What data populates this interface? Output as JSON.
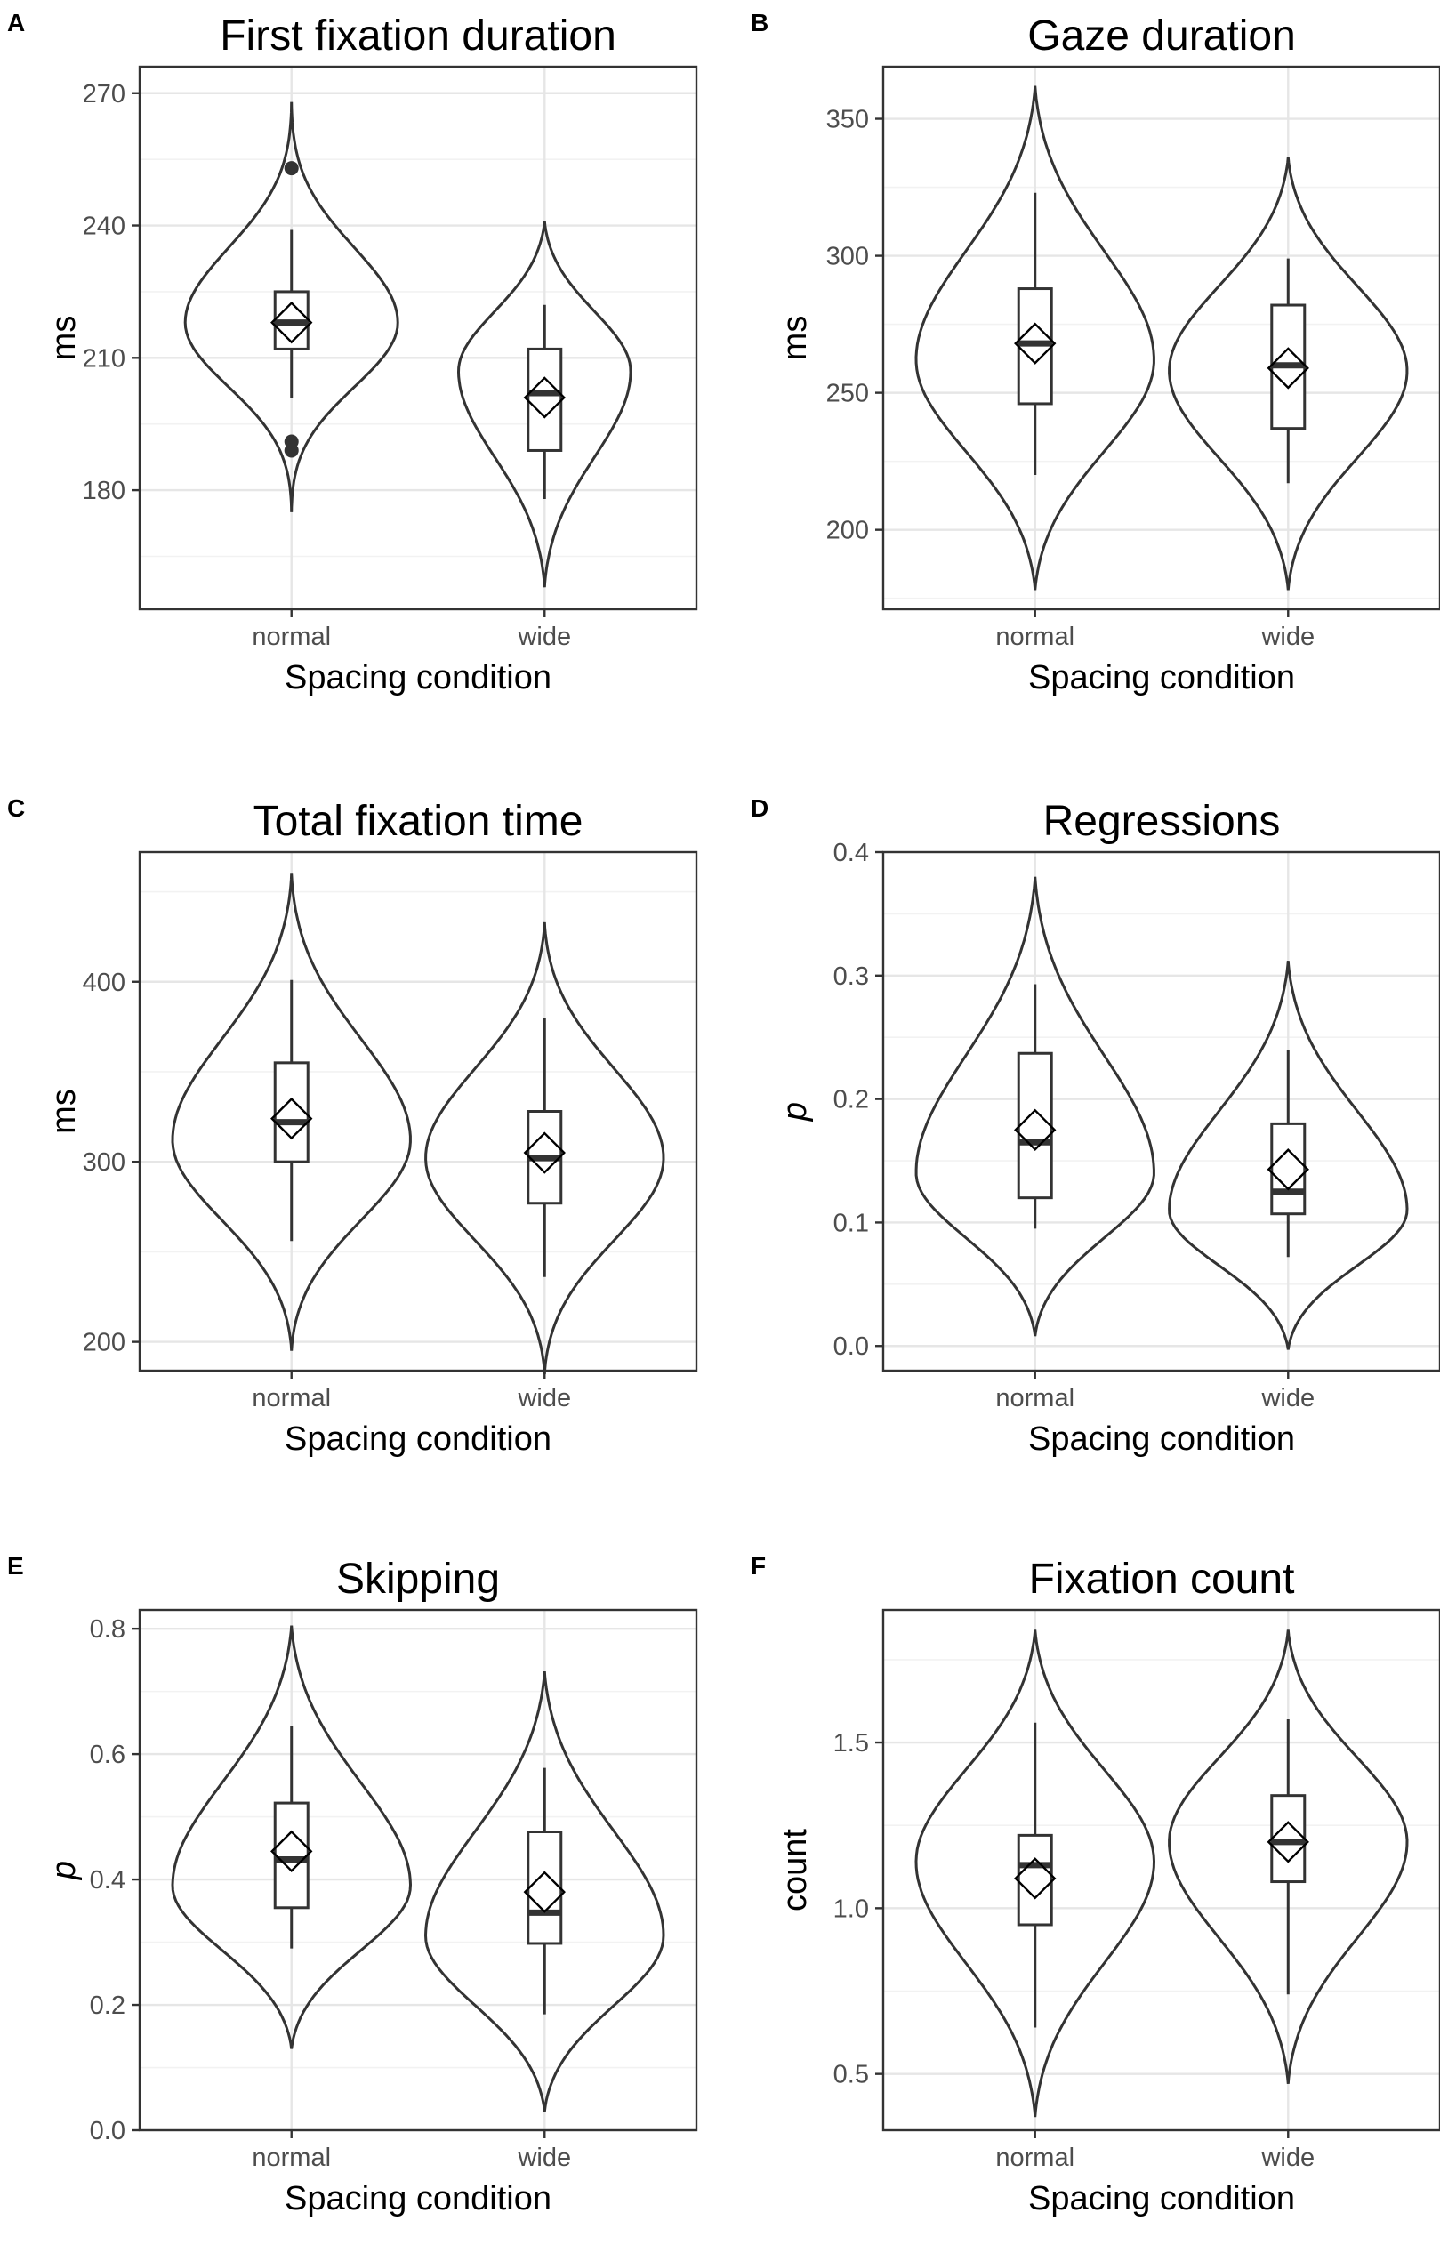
{
  "figure": {
    "colors": {
      "line": "#333333",
      "grid_major": "#e6e6e6",
      "grid_minor": "#f2f2f2",
      "tick_text": "#4d4d4d",
      "panel_border": "#333333"
    }
  },
  "chart_data": [
    {
      "panel": "A",
      "type": "violin",
      "title": "First fixation duration",
      "xlabel": "Spacing condition",
      "ylabel": "ms",
      "ylabel_italic": false,
      "categories": [
        "normal",
        "wide"
      ],
      "ylim": [
        153,
        276
      ],
      "yticks": [
        180,
        210,
        240,
        270
      ],
      "ytick_labels": [
        "180",
        "210",
        "240",
        "270"
      ],
      "groups": [
        {
          "min": 175,
          "max": 268,
          "mode": 218,
          "mode_width": 0.42,
          "shape": 1.6,
          "whisker_low": 201,
          "q1": 212,
          "median": 218,
          "q3": 225,
          "whisker_high": 239,
          "mean": 218,
          "outliers": [
            191,
            189,
            253
          ]
        },
        {
          "min": 158,
          "max": 241,
          "mode": 207,
          "mode_width": 0.34,
          "shape": 1.2,
          "whisker_low": 178,
          "q1": 189,
          "median": 202,
          "q3": 212,
          "whisker_high": 222,
          "mean": 201,
          "outliers": []
        }
      ]
    },
    {
      "panel": "B",
      "type": "violin",
      "title": "Gaze duration",
      "xlabel": "Spacing condition",
      "ylabel": "ms",
      "ylabel_italic": false,
      "categories": [
        "normal",
        "wide"
      ],
      "ylim": [
        171,
        369
      ],
      "yticks": [
        200,
        250,
        300,
        350
      ],
      "ytick_labels": [
        "200",
        "250",
        "300",
        "350"
      ],
      "groups": [
        {
          "min": 178,
          "max": 362,
          "mode": 262,
          "mode_width": 0.47,
          "shape": 1.2,
          "whisker_low": 220,
          "q1": 246,
          "median": 268,
          "q3": 288,
          "whisker_high": 323,
          "mean": 268,
          "outliers": []
        },
        {
          "min": 178,
          "max": 336,
          "mode": 258,
          "mode_width": 0.47,
          "shape": 1.2,
          "whisker_low": 217,
          "q1": 237,
          "median": 260,
          "q3": 282,
          "whisker_high": 299,
          "mean": 259,
          "outliers": []
        }
      ]
    },
    {
      "panel": "C",
      "type": "violin",
      "title": "Total fixation time",
      "xlabel": "Spacing condition",
      "ylabel": "ms",
      "ylabel_italic": false,
      "categories": [
        "normal",
        "wide"
      ],
      "ylim": [
        184,
        472
      ],
      "yticks": [
        200,
        300,
        400
      ],
      "ytick_labels": [
        "200",
        "300",
        "400"
      ],
      "groups": [
        {
          "min": 195,
          "max": 460,
          "mode": 312,
          "mode_width": 0.47,
          "shape": 1.3,
          "whisker_low": 256,
          "q1": 300,
          "median": 322,
          "q3": 355,
          "whisker_high": 401,
          "mean": 324,
          "outliers": []
        },
        {
          "min": 182,
          "max": 433,
          "mode": 302,
          "mode_width": 0.47,
          "shape": 1.3,
          "whisker_low": 236,
          "q1": 277,
          "median": 302,
          "q3": 328,
          "whisker_high": 380,
          "mean": 305,
          "outliers": []
        }
      ]
    },
    {
      "panel": "D",
      "type": "violin",
      "title": "Regressions",
      "xlabel": "Spacing condition",
      "ylabel": "p",
      "ylabel_italic": true,
      "categories": [
        "normal",
        "wide"
      ],
      "ylim": [
        -0.02,
        0.4
      ],
      "yticks": [
        0.0,
        0.1,
        0.2,
        0.3,
        0.4
      ],
      "ytick_labels": [
        "0.0",
        "0.1",
        "0.2",
        "0.3",
        "0.4"
      ],
      "groups": [
        {
          "min": 0.008,
          "max": 0.38,
          "mode": 0.14,
          "mode_width": 0.47,
          "shape": 1.2,
          "whisker_low": 0.095,
          "q1": 0.12,
          "median": 0.165,
          "q3": 0.237,
          "whisker_high": 0.293,
          "mean": 0.175,
          "outliers": []
        },
        {
          "min": -0.003,
          "max": 0.312,
          "mode": 0.11,
          "mode_width": 0.47,
          "shape": 1.2,
          "whisker_low": 0.072,
          "q1": 0.107,
          "median": 0.125,
          "q3": 0.18,
          "whisker_high": 0.24,
          "mean": 0.143,
          "outliers": []
        }
      ]
    },
    {
      "panel": "E",
      "type": "violin",
      "title": "Skipping",
      "xlabel": "Spacing condition",
      "ylabel": "p",
      "ylabel_italic": true,
      "categories": [
        "normal",
        "wide"
      ],
      "ylim": [
        0.0,
        0.83
      ],
      "yticks": [
        0.0,
        0.2,
        0.4,
        0.6,
        0.8
      ],
      "ytick_labels": [
        "0.0",
        "0.2",
        "0.4",
        "0.6",
        "0.8"
      ],
      "groups": [
        {
          "min": 0.13,
          "max": 0.805,
          "mode": 0.39,
          "mode_width": 0.47,
          "shape": 1.2,
          "whisker_low": 0.29,
          "q1": 0.355,
          "median": 0.432,
          "q3": 0.522,
          "whisker_high": 0.645,
          "mean": 0.445,
          "outliers": []
        },
        {
          "min": 0.03,
          "max": 0.732,
          "mode": 0.31,
          "mode_width": 0.47,
          "shape": 1.2,
          "whisker_low": 0.185,
          "q1": 0.298,
          "median": 0.347,
          "q3": 0.476,
          "whisker_high": 0.578,
          "mean": 0.38,
          "outliers": []
        }
      ]
    },
    {
      "panel": "F",
      "type": "violin",
      "title": "Fixation count",
      "xlabel": "Spacing condition",
      "ylabel": "count",
      "ylabel_italic": false,
      "categories": [
        "normal",
        "wide"
      ],
      "ylim": [
        0.33,
        1.9
      ],
      "yticks": [
        0.5,
        1.0,
        1.5
      ],
      "ytick_labels": [
        "0.5",
        "1.0",
        "1.5"
      ],
      "groups": [
        {
          "min": 0.37,
          "max": 1.84,
          "mode": 1.14,
          "mode_width": 0.47,
          "shape": 1.2,
          "whisker_low": 0.64,
          "q1": 0.95,
          "median": 1.13,
          "q3": 1.22,
          "whisker_high": 1.56,
          "mean": 1.09,
          "outliers": []
        },
        {
          "min": 0.47,
          "max": 1.84,
          "mode": 1.2,
          "mode_width": 0.47,
          "shape": 1.2,
          "whisker_low": 0.74,
          "q1": 1.08,
          "median": 1.2,
          "q3": 1.34,
          "whisker_high": 1.57,
          "mean": 1.2,
          "outliers": []
        }
      ]
    }
  ]
}
